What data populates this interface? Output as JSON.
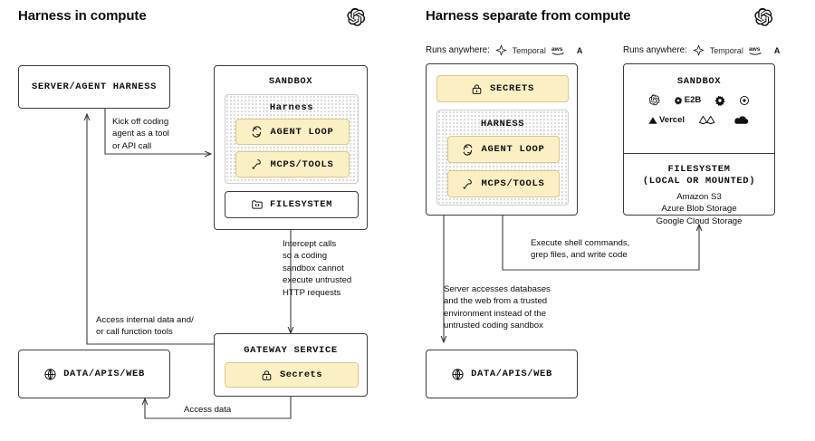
{
  "panels": {
    "left": {
      "title": "Harness in compute",
      "logo_icon": "openai-logo",
      "boxes": {
        "server_agent_harness": "SERVER/AGENT HARNESS",
        "sandbox": "SANDBOX",
        "harness": "Harness",
        "agent_loop": "AGENT LOOP",
        "mcps_tools": "MCPS/TOOLS",
        "filesystem": "FILESYSTEM",
        "gateway_service": "GATEWAY SERVICE",
        "secrets": "Secrets",
        "data_apis_web": "DATA/APIS/WEB"
      },
      "icons": {
        "agent_loop": "refresh-loop-icon",
        "mcps_tools": "hammer-icon",
        "filesystem": "folder-code-icon",
        "secrets": "lock-icon",
        "data_apis_web": "globe-icon"
      },
      "annotations": {
        "kick_off": "Kick off coding\nagent as a tool\nor API call",
        "intercept": "Intercept calls\nso a coding\nsandbox cannot\nexecute untrusted\nHTTP requests",
        "access_internal": "Access internal data and/\nor call function tools",
        "access_data": "Access data"
      }
    },
    "right": {
      "title": "Harness separate from compute",
      "logo_icon": "openai-logo",
      "runs_anywhere_label": "Runs anywhere:",
      "runs_anywhere_vendors": [
        {
          "name": "Temporal",
          "icon": "temporal-logo"
        },
        {
          "name": "aws",
          "icon": "aws-logo"
        },
        {
          "name": "A",
          "icon": "azure-logo"
        }
      ],
      "boxes": {
        "secrets": "SECRETS",
        "harness": "HARNESS",
        "agent_loop": "AGENT LOOP",
        "mcps_tools": "MCPS/TOOLS",
        "sandbox": "SANDBOX",
        "filesystem_title": "FILESYSTEM\n(LOCAL OR MOUNTED)",
        "filesystem_list": "Amazon S3\nAzure Blob Storage\nGoogle Cloud Storage",
        "data_apis_web": "DATA/APIS/WEB"
      },
      "icons": {
        "secrets": "lock-icon",
        "agent_loop": "refresh-loop-icon",
        "mcps_tools": "hammer-icon",
        "data_apis_web": "globe-icon"
      },
      "sandbox_vendors": [
        {
          "name": "",
          "icon": "openai-logo"
        },
        {
          "name": "E2B",
          "icon": "e2b-logo"
        },
        {
          "name": "",
          "icon": "daytona-logo"
        },
        {
          "name": "",
          "icon": "modal-logo"
        },
        {
          "name": "Vercel",
          "icon": "vercel-logo"
        },
        {
          "name": "",
          "icon": "morph-logo"
        },
        {
          "name": "",
          "icon": "cloudflare-logo"
        }
      ],
      "annotations": {
        "execute_shell": "Execute shell commands,\ngrep files, and write code",
        "server_accesses": "Server accesses databases\nand the web from a trusted\nenvironment instead of the\nuntrusted coding sandbox"
      }
    }
  },
  "colors": {
    "chip_fill": "#fbf0c4",
    "chip_border": "#d9c98a",
    "stroke": "#3c3c3c",
    "text": "#0d0d0d"
  }
}
